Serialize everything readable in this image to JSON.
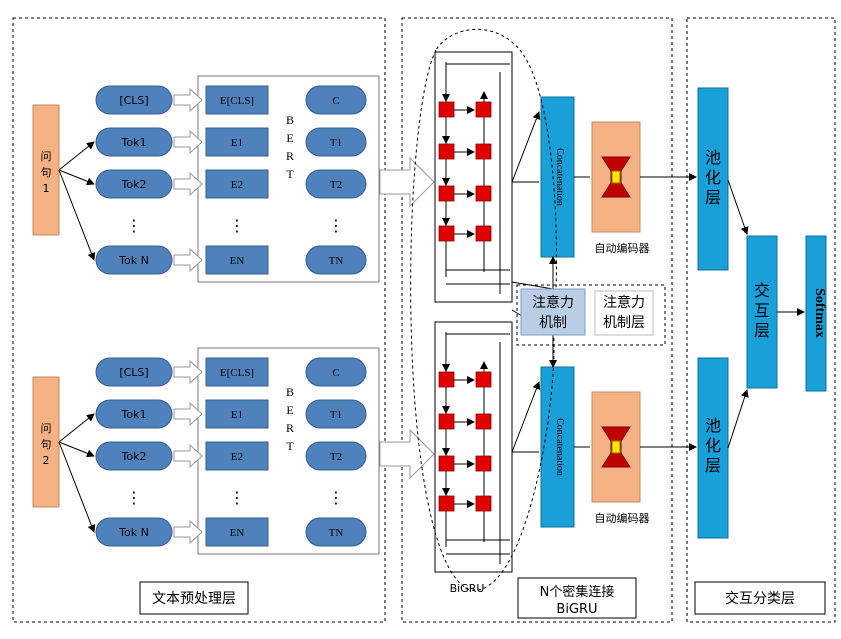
{
  "sections": {
    "text_preprocess": "文本预处理层",
    "bigru": [
      "N个密集连接",
      "BiGRU"
    ],
    "classify": "交互分类层"
  },
  "questions": [
    {
      "label": [
        "问",
        "句",
        "1"
      ]
    },
    {
      "label": [
        "问",
        "句",
        "2"
      ]
    }
  ],
  "tokens": [
    "[CLS]",
    "Tok1",
    "Tok2",
    "Tok N"
  ],
  "embeddings": [
    "E[CLS]",
    "E1",
    "E2",
    "EN"
  ],
  "outputs": [
    "C",
    "T1",
    "T2",
    "TN"
  ],
  "bert_letters": [
    "B",
    "E",
    "R",
    "T"
  ],
  "ellipsis": "⋮",
  "bigru_label": "BiGRU",
  "concatenation": "Concatenation",
  "autoencoder": "自动编码器",
  "attention_box": [
    "注意力",
    "机制"
  ],
  "attention_layer": [
    "注意力",
    "机制层"
  ],
  "pooling": [
    "池",
    "化",
    "层"
  ],
  "interaction": [
    "交",
    "互",
    "层"
  ],
  "softmax": "Softmax",
  "colors": {
    "token_blue": "#4f81bd",
    "question_orange": "#f4b183",
    "gru_red": "#e00000",
    "layer_cyan": "#1aa0d8",
    "attention_fill": "#b9cde5"
  }
}
